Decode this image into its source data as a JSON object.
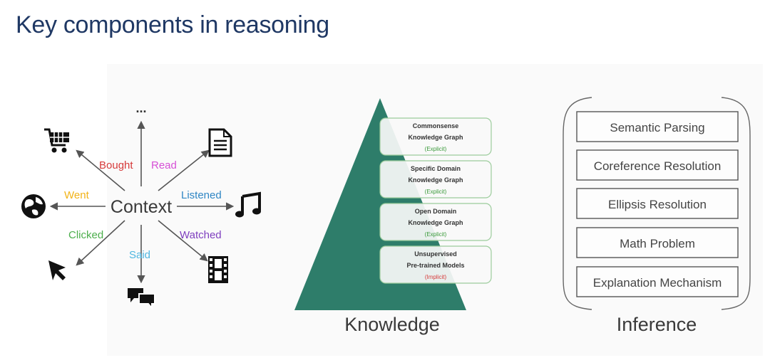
{
  "slide": {
    "title": "Key components in reasoning"
  },
  "context_diagram": {
    "center_label": "Context",
    "top_label": "...",
    "spokes": [
      {
        "label": "Bought",
        "color": "#d63a3a",
        "icon": "shopping-cart-icon"
      },
      {
        "label": "Read",
        "color": "#d64fd6",
        "icon": "document-icon"
      },
      {
        "label": "Went",
        "color": "#f2b318",
        "icon": "globe-icon"
      },
      {
        "label": "Listened",
        "color": "#2f86c4",
        "icon": "music-note-icon"
      },
      {
        "label": "Clicked",
        "color": "#4cae4c",
        "icon": "cursor-icon"
      },
      {
        "label": "Said",
        "color": "#4fb6e0",
        "icon": "chat-bubbles-icon"
      },
      {
        "label": "Watched",
        "color": "#7f3fbf",
        "icon": "film-icon"
      }
    ]
  },
  "knowledge": {
    "caption": "Knowledge",
    "pyramid_color": "#2e7d6a",
    "layers": [
      {
        "line1": "Commonsense",
        "line2": "Knowledge Graph",
        "tag": "(Explicit)",
        "tag_color": "#3a9a3a"
      },
      {
        "line1": "Specific Domain",
        "line2": "Knowledge Graph",
        "tag": "(Explicit)",
        "tag_color": "#3a9a3a"
      },
      {
        "line1": "Open Domain",
        "line2": "Knowledge Graph",
        "tag": "(Explicit)",
        "tag_color": "#3a9a3a"
      },
      {
        "line1": "Unsupervised",
        "line2": "Pre-trained Models",
        "tag": "(Implicit)",
        "tag_color": "#d63a3a"
      }
    ]
  },
  "inference": {
    "caption": "Inference",
    "items": [
      "Semantic Parsing",
      "Coreference Resolution",
      "Ellipsis Resolution",
      "Math Problem",
      "Explanation Mechanism"
    ]
  }
}
